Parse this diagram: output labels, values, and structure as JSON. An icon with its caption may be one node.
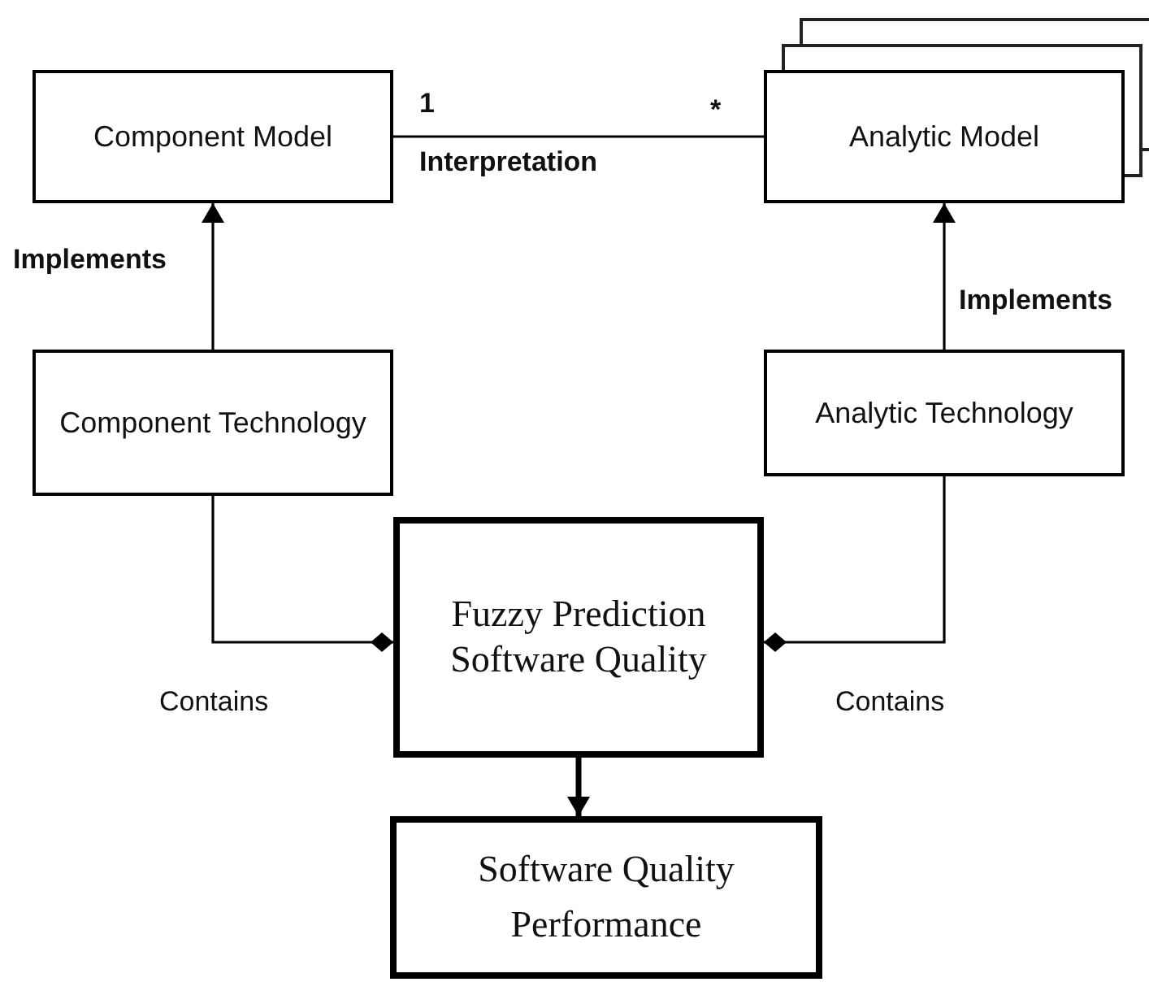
{
  "diagram": {
    "nodes": [
      {
        "text": [
          "Component Model"
        ]
      },
      {
        "text": [
          "Analytic Model"
        ]
      },
      {
        "text": [
          "Component Technology"
        ]
      },
      {
        "text": [
          "Analytic Technology"
        ]
      },
      {
        "text": [
          "Fuzzy Prediction Software Quality"
        ]
      },
      {
        "text": [
          "Software Quality Performance"
        ]
      }
    ],
    "edges": [
      {
        "from": 0,
        "to": 1,
        "arrow": "none",
        "label": "Interpretation"
      },
      {
        "from": 2,
        "to": 0,
        "arrow": "to",
        "label": "Implements"
      },
      {
        "from": 3,
        "to": 1,
        "arrow": "to",
        "label": "Implements"
      },
      {
        "from": 2,
        "to": 4,
        "arrow": "other",
        "label": "Contains"
      },
      {
        "from": 3,
        "to": 4,
        "arrow": "other",
        "label": "Contains"
      },
      {
        "from": 4,
        "to": 5,
        "arrow": "to",
        "style": "thick"
      }
    ],
    "labels": [
      "1",
      "*"
    ]
  }
}
